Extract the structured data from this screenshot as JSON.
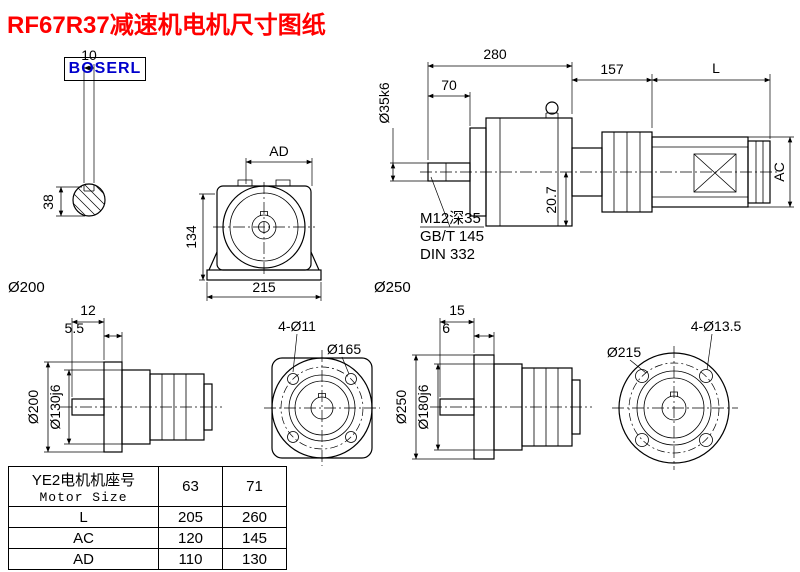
{
  "title": "RF67R37减速机电机尺寸图纸",
  "logo": "BOSERL",
  "colors": {
    "title": "#ff0000",
    "logo_text": "#0000cc",
    "ink": "#000000",
    "paper": "#ffffff"
  },
  "dims": {
    "shaft_section": {
      "keyway_width": "10",
      "height": "38",
      "caption": "Ø200"
    },
    "front_view": {
      "width_top": "AD",
      "height": "134",
      "width_bottom": "215"
    },
    "side_view": {
      "gear_unit_length": "280",
      "shaft_length": "70",
      "shaft_diameter": "Ø35k6",
      "tapped_hole": "M12深35",
      "standard_1": "GB/T 145",
      "standard_2": "DIN 332",
      "internal": "20.7",
      "adapter_length": "157",
      "motor_length": "L",
      "motor_height": "AC",
      "caption": "Ø250"
    },
    "flange_left": {
      "shaft_offset": "12",
      "flange_thickness": "5.5",
      "flange_diameter": "Ø200",
      "spigot_diameter": "Ø130j6",
      "bolt_holes": "4-Ø11",
      "bolt_circle": "Ø165"
    },
    "flange_right": {
      "shaft_offset": "15",
      "flange_thickness": "6",
      "flange_diameter": "Ø250",
      "spigot_diameter": "Ø180j6",
      "bolt_holes": "4-Ø13.5",
      "bolt_circle": "Ø215"
    }
  },
  "table": {
    "header_cn": "YE2电机机座号",
    "header_en": "Motor Size",
    "sizes": [
      "63",
      "71"
    ],
    "rows": [
      {
        "label": "L",
        "values": [
          "205",
          "260"
        ]
      },
      {
        "label": "AC",
        "values": [
          "120",
          "145"
        ]
      },
      {
        "label": "AD",
        "values": [
          "110",
          "130"
        ]
      }
    ]
  }
}
